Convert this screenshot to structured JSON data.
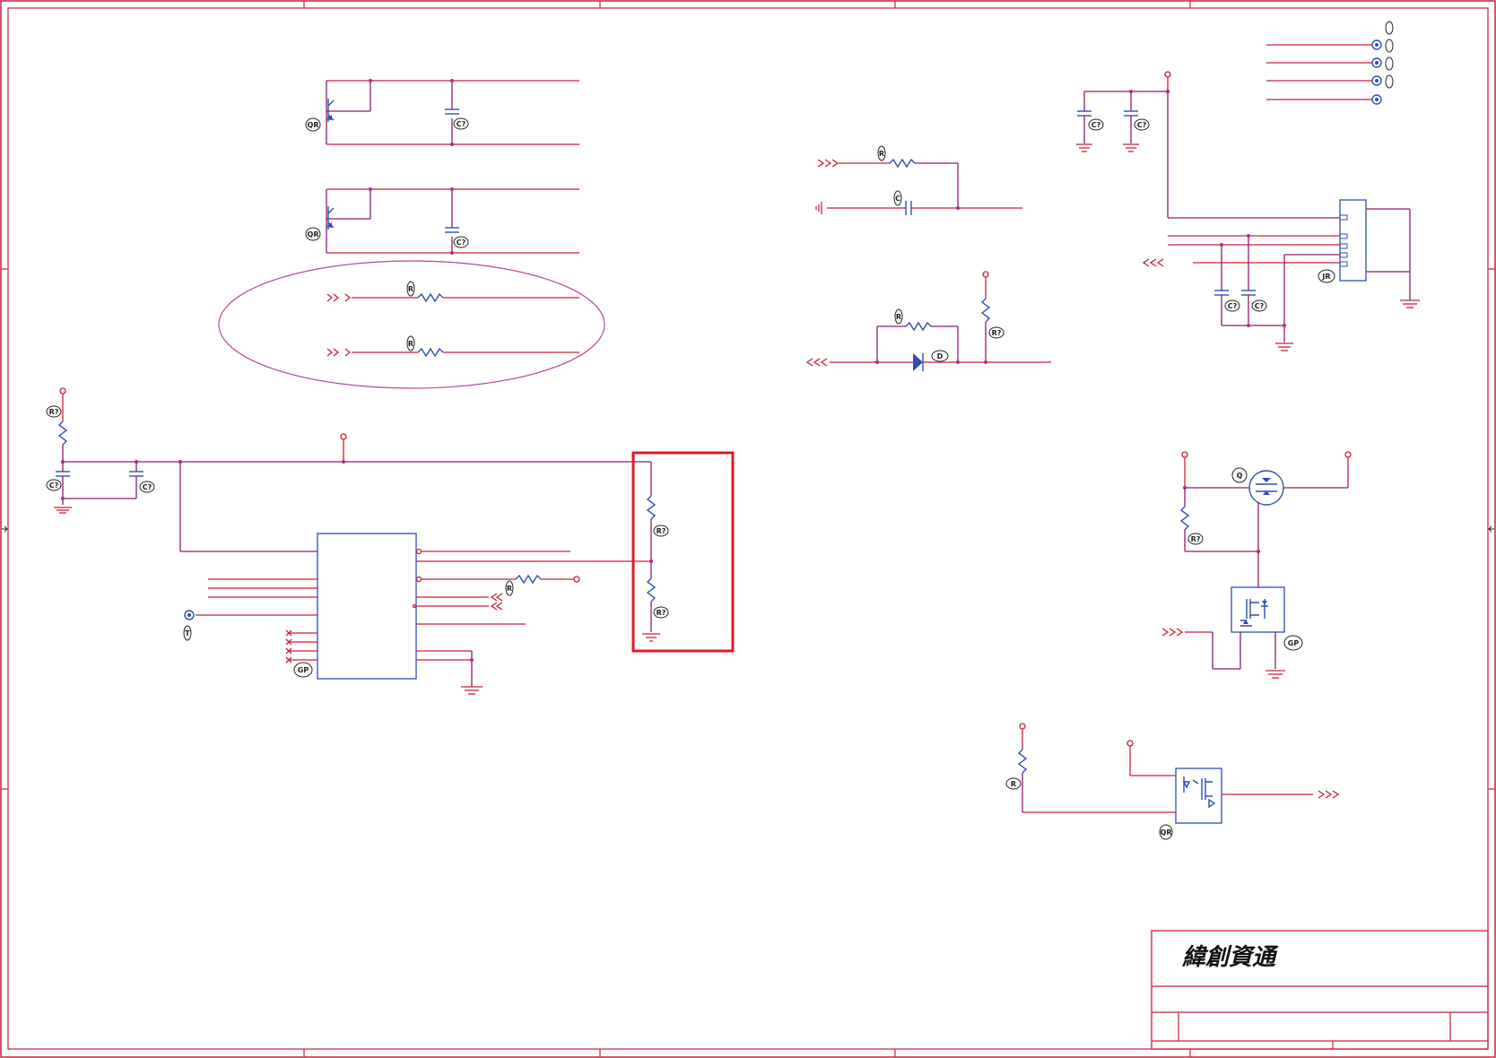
{
  "title_block": {
    "company_logo_text": "緯創資通"
  },
  "ref_tags": {
    "q1": "QR",
    "q2": "QR",
    "c_q1": "C?",
    "c_q2": "C?",
    "r_in_a": "R",
    "r_in_b": "R",
    "r_vdd": "R?",
    "c_left": "C?",
    "c_left2": "C?",
    "u_gp": "GP",
    "tp_label": "T",
    "r_u_out": "R",
    "r_div_top": "R?",
    "r_div_bot": "R?",
    "r_mid_in": "R",
    "c_mid": "C",
    "r_pu_mid": "R?",
    "r_diode_par": "R",
    "d_mid": "D",
    "c_top_r1": "C?",
    "c_top_r2": "C?",
    "j_conn": "JR",
    "c_conn1": "C?",
    "c_conn2": "C?",
    "q_fet": "Q",
    "r_fet": "R?",
    "u_gp_right": "GP",
    "r_bot": "R",
    "u_bot": "QR"
  }
}
